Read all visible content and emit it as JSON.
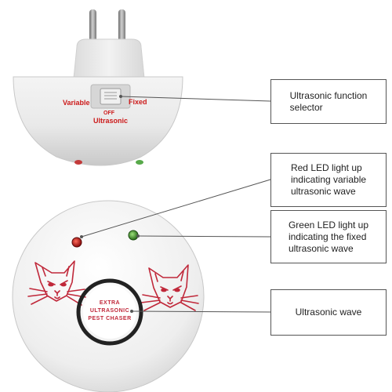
{
  "device": {
    "switch_left_label": "Variable",
    "switch_right_label": "Fixed",
    "switch_center_label": "OFF",
    "switch_mode_label": "Ultrasonic",
    "badge_line_1": "EXTRA",
    "badge_line_2": "ULTRASONIC",
    "badge_line_3": "PEST CHASER"
  },
  "callouts": [
    {
      "text": "Ultrasonic function\nselector"
    },
    {
      "text": "Red LED light up\nindicating variable\nultrasonic wave"
    },
    {
      "text": "Green LED light up\nindicating the fixed\nultrasonic wave"
    },
    {
      "text": "Ultrasonic wave"
    }
  ],
  "colors": {
    "red_label": "#cc1a1a",
    "red_led": "#b01010",
    "green_led": "#3a8a2a",
    "cat_line": "#c0283a",
    "callout_border": "#555555",
    "leader_line": "#555555"
  }
}
